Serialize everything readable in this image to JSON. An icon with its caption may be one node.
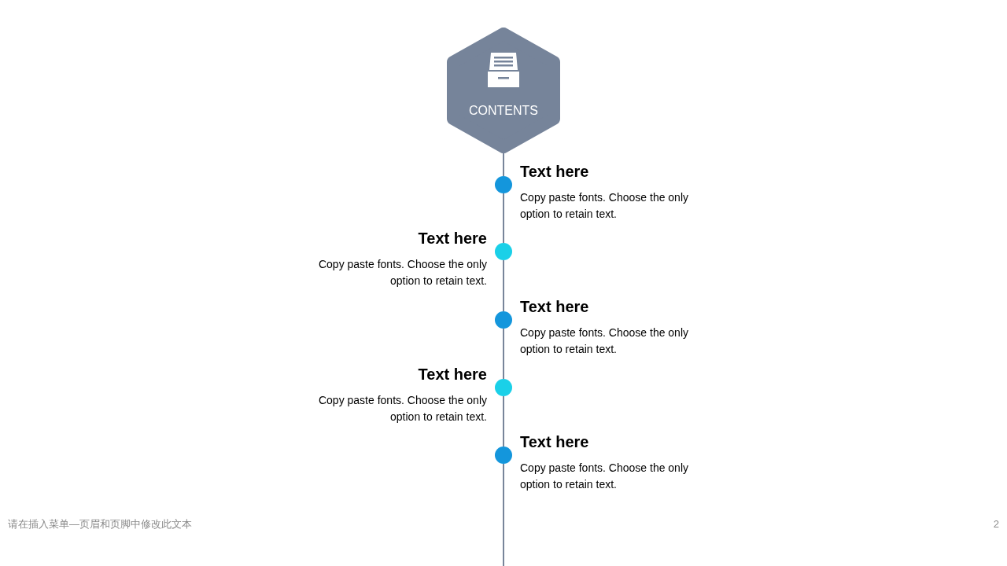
{
  "diagram": {
    "nodes": [
      {
        "text": [
          "CONTENTS"
        ]
      },
      {
        "text": [],
        "shape": "circle",
        "beside": [
          "Text here",
          "Copy paste fonts. Choose the only option to retain text."
        ]
      },
      {
        "text": [],
        "shape": "circle",
        "beside": [
          "Text here",
          "Copy paste fonts. Choose the only option to retain text."
        ]
      },
      {
        "text": [],
        "shape": "circle",
        "beside": [
          "Text here",
          "Copy paste fonts. Choose the only option to retain text."
        ]
      },
      {
        "text": [],
        "shape": "circle",
        "beside": [
          "Text here",
          "Copy paste fonts. Choose the only option to retain text."
        ]
      },
      {
        "text": [],
        "shape": "circle",
        "beside": [
          "Text here",
          "Copy paste fonts. Choose the only option to retain text."
        ]
      }
    ],
    "edges": [
      {
        "from": 0,
        "to": 1,
        "arrow": "none"
      },
      {
        "from": 1,
        "to": 2,
        "arrow": "none"
      },
      {
        "from": 2,
        "to": 3,
        "arrow": "none"
      },
      {
        "from": 3,
        "to": 4,
        "arrow": "none"
      },
      {
        "from": 4,
        "to": 5,
        "arrow": "none"
      },
      {
        "from": 5,
        "to": null,
        "arrow": "none"
      }
    ],
    "labels": [
      "请在插入菜单—页眉和页脚中修改此文本",
      "2"
    ]
  }
}
